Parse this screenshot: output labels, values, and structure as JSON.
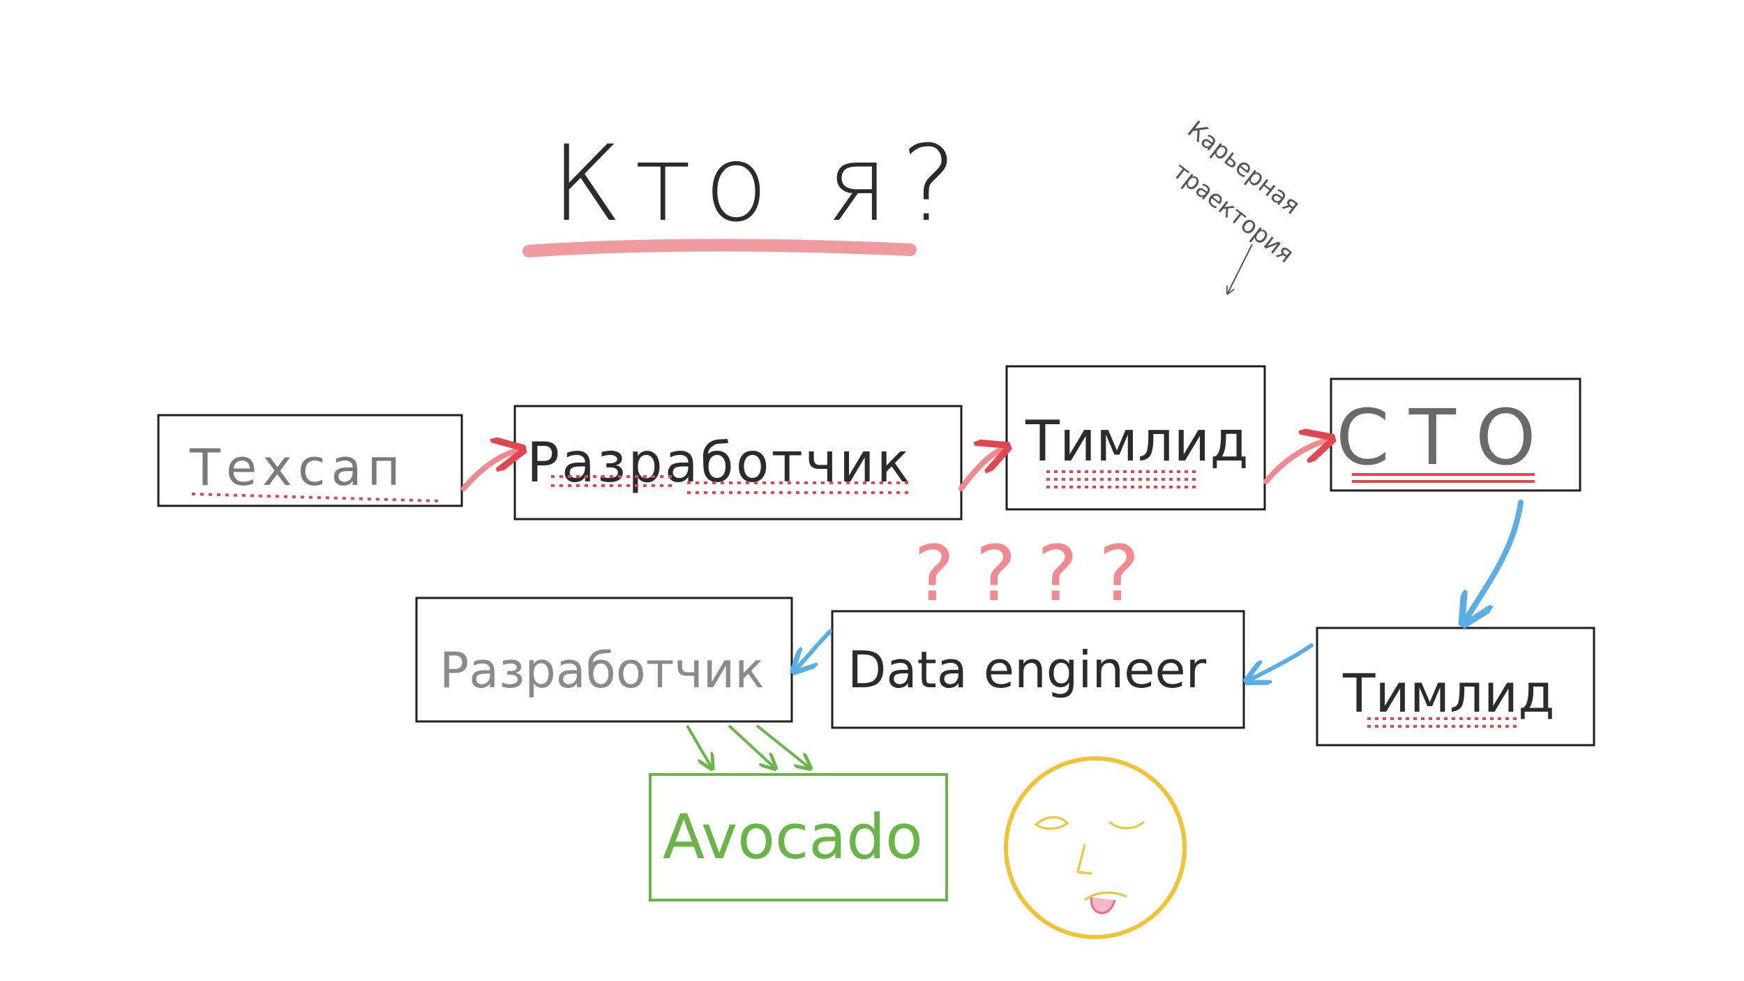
{
  "title": "Кто я?",
  "side_note": {
    "line1": "Карьерная",
    "line2": "траектория"
  },
  "nodes": {
    "techsup": "Техсап",
    "developer1": "Разработчик",
    "teamlead1": "Тимлид",
    "cto": "СТО",
    "teamlead2": "Тимлид",
    "data_engineer": "Data engineer",
    "developer2": "Разработчик",
    "avocado": "Avocado"
  },
  "question_marks": "????",
  "colors": {
    "ink": "#2b2b2b",
    "box_border": "#1e1e1e",
    "red": "#e2474f",
    "red_soft": "#f08a8f",
    "blue": "#5aaee6",
    "green": "#6ab547",
    "yellow": "#f1c232",
    "gray_text": "#8a8a8a",
    "tongue": "#f06a8a"
  },
  "icons": {
    "smiley": "smiley-face-icon",
    "arrow": "arrow-icon"
  }
}
